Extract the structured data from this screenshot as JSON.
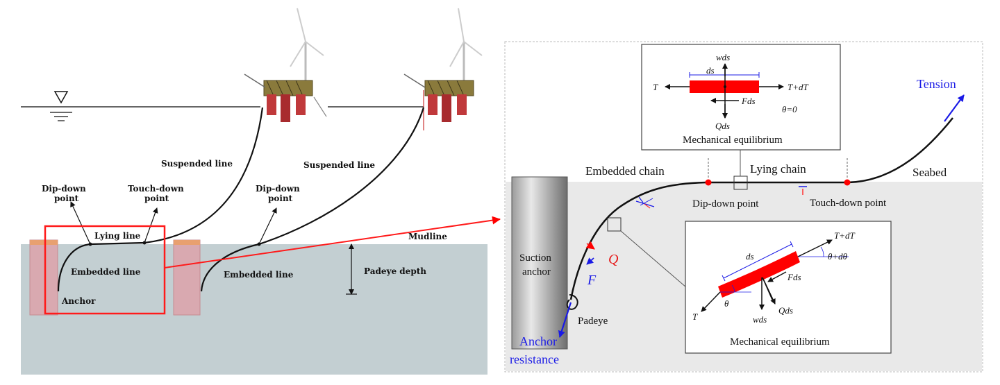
{
  "left": {
    "labels": {
      "suspended1": "Suspended line",
      "suspended2": "Suspended line",
      "dipdown1": [
        "Dip-down",
        "point"
      ],
      "touchdown1": [
        "Touch-down",
        "point"
      ],
      "dipdown2": [
        "Dip-down",
        "point"
      ],
      "lying": "Lying line",
      "mudline": "Mudline",
      "embedded1": "Embedded line",
      "embedded2": "Embedded line",
      "anchor": "Anchor",
      "padeye_depth": "Padeye depth"
    }
  },
  "right": {
    "labels": {
      "tension": "Tension",
      "seabed": "Seabed",
      "embedded_chain": "Embedded chain",
      "lying_chain": "Lying chain",
      "dipdown": "Dip-down point",
      "touchdown": "Touch-down point",
      "suction": [
        "Suction",
        "anchor"
      ],
      "padeye": "Padeye",
      "anchor_resistance": [
        "Anchor",
        "resistance"
      ],
      "Q": "Q",
      "F": "F"
    },
    "inset_top": {
      "wds": "wds",
      "ds": "ds",
      "T": "T",
      "TdT": "T+dT",
      "Fds": "Fds",
      "theta": "θ=0",
      "Qds": "Qds",
      "caption": "Mechanical equilibrium"
    },
    "inset_bottom": {
      "TdT": "T+dT",
      "theta_dtheta": "θ+dθ",
      "ds": "ds",
      "Fds": "Fds",
      "T": "T",
      "theta": "θ",
      "Qds": "Qds",
      "wds": "wds",
      "caption": "Mechanical equilibrium"
    }
  },
  "colors": {
    "soil": "#c3cfd2",
    "seabed_grey": "#e9e9e9",
    "accent_red": "#ff0000",
    "accent_blue": "#1a1ae6",
    "pile": "#d9a9b0"
  }
}
